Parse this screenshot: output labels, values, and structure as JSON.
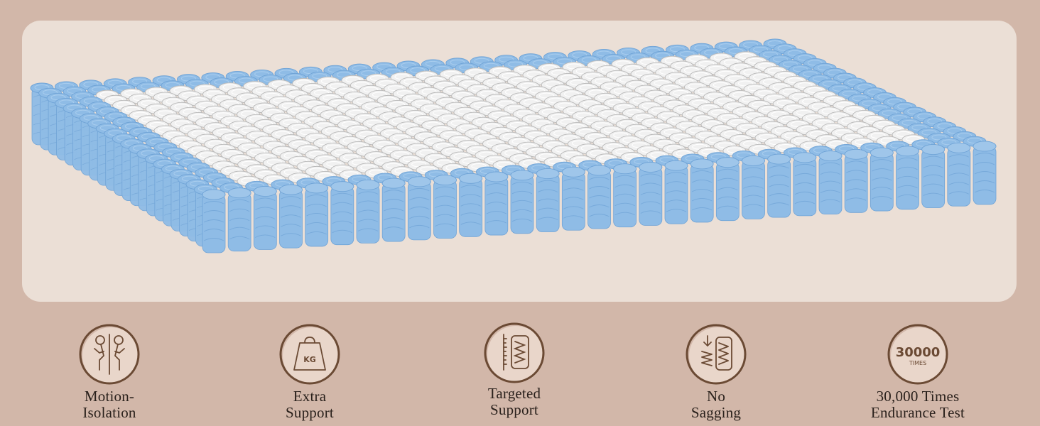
{
  "colors": {
    "background": "#d2b7a9",
    "panel": "#ebdfd6",
    "spring_blue": "#8fbce6",
    "spring_blue_dark": "#6fa3d6",
    "spring_white": "#f1f1f1",
    "icon_stroke": "#6b4a34",
    "icon_fill": "#f1e2d8",
    "label_text": "#2a211c"
  },
  "product_image": {
    "subject": "pocket-spring-mattress-core",
    "description": "Individually pocketed coil springs; blue perimeter edge support with white center zone"
  },
  "features": [
    {
      "id": "motion-isolation",
      "icon": "two-people-divider-icon",
      "label_lines": [
        "Motion-",
        "Isolation"
      ]
    },
    {
      "id": "extra-support",
      "icon": "kg-weight-icon",
      "label_lines": [
        "Extra",
        "Support"
      ],
      "icon_text": "KG"
    },
    {
      "id": "targeted-support",
      "icon": "spring-ruler-icon",
      "label_lines": [
        "Targeted",
        "Support"
      ]
    },
    {
      "id": "no-sagging",
      "icon": "compressed-spring-icon",
      "label_lines": [
        "No",
        "Sagging"
      ]
    },
    {
      "id": "endurance-test",
      "icon": "30000-times-badge-icon",
      "label_lines": [
        "30,000 Times",
        "Endurance Test"
      ],
      "icon_text": "30000",
      "icon_subtext": "TIMES"
    }
  ]
}
